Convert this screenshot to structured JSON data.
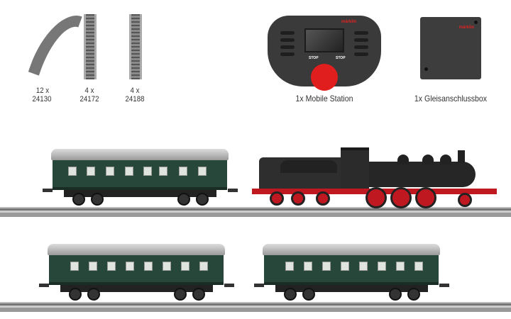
{
  "accessories": [
    {
      "qty": "12 x",
      "article": "24130",
      "icon": "curved-track"
    },
    {
      "qty": "4 x",
      "article": "24172",
      "icon": "straight-track"
    },
    {
      "qty": "4 x",
      "article": "24188",
      "icon": "straight-track"
    }
  ],
  "mobile_station": {
    "label": "1x Mobile Station",
    "logo": "märklin",
    "stop_left": "STOP",
    "stop_right": "STOP",
    "knob_color": "#e01e1e"
  },
  "connection_box": {
    "label": "1x Gleisanschlussbox",
    "logo": "märklin"
  },
  "colors": {
    "coach_green": "#27473a",
    "loco_red": "#c01820",
    "loco_black": "#262626"
  }
}
